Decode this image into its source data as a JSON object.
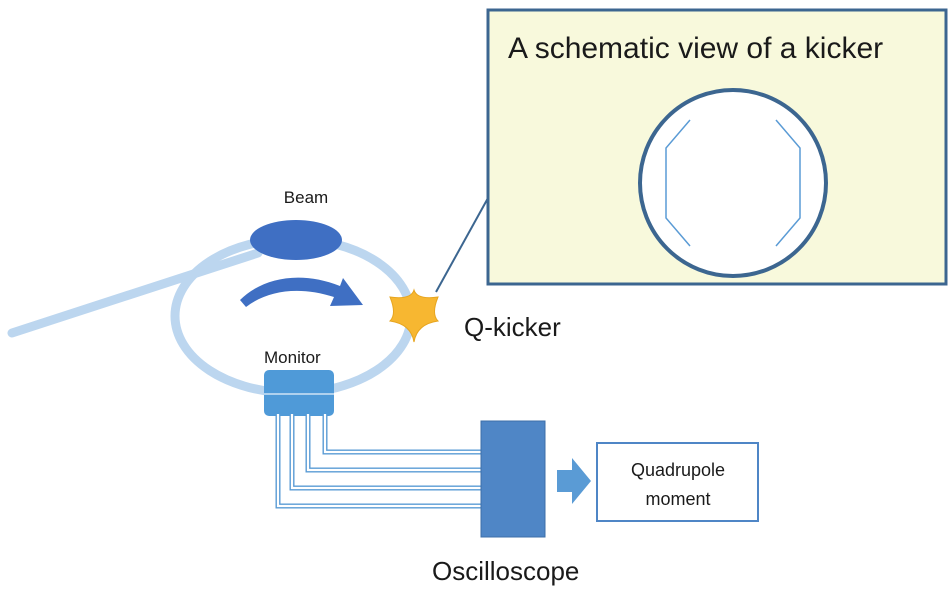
{
  "inset": {
    "title": "A schematic view of a kicker"
  },
  "labels": {
    "beam": "Beam",
    "monitor": "Monitor",
    "q_kicker": "Q-kicker",
    "oscilloscope": "Oscilloscope",
    "output_line1": "Quadrupole",
    "output_line2": "moment"
  },
  "colors": {
    "ring": "#bcd6ef",
    "beam": "#3f6fc3",
    "arrow": "#3f6fc3",
    "kicker": "#f7b731",
    "monitor": "#4f9ad8",
    "oscilloscope": "#4f86c6",
    "inset_bg": "#f8f9dc",
    "inset_border": "#3c6690",
    "output_arrow": "#5a9bd5",
    "output_box_border": "#4f86c6"
  }
}
